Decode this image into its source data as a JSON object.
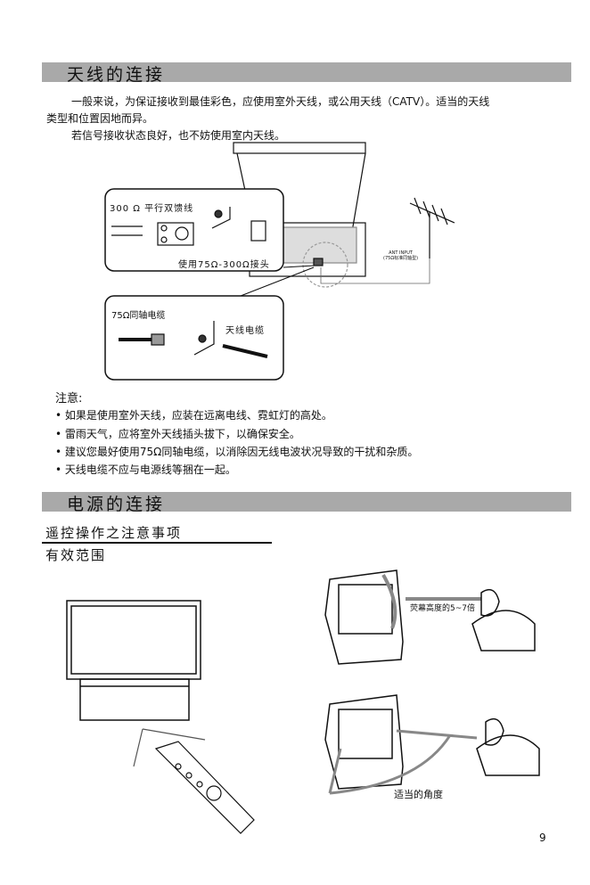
{
  "section1": {
    "title": "天线的连接",
    "para1_line1": "一般来说，为保证接收到最佳彩色，应使用室外天线，或公用天线（CATV）。适当的天线",
    "para1_line2": "类型和位置因地而异。",
    "para2": "若信号接收状态良好，也不妨使用室内天线。",
    "diagram": {
      "twin_lead_label": "300 Ω 平行双馈线",
      "adapter_label": "使用75Ω-300Ω接头",
      "coax_label": "75Ω同轴电缆",
      "antenna_cable_label": "天线电缆",
      "ant_input_label": "ANT INPUT",
      "ant_input_sub": "(75Ω标准同轴型)"
    },
    "notes_title": "注意:",
    "notes": [
      "如果是使用室外天线，应装在远离电线、霓虹灯的高处。",
      "雷雨天气，应将室外天线插头拔下，以确保安全。",
      "建议您最好使用75Ω同轴电缆，以消除因无线电波状况导致的干扰和杂质。",
      "天线电缆不应与电源线等捆在一起。"
    ]
  },
  "section2": {
    "title": "电源的连接",
    "subheading": "遥控操作之注意事项",
    "subheading2": "有效范围",
    "distance_label": "荧幕高度的5~7倍",
    "angle_label": "适当的角度"
  },
  "page_number": "9"
}
